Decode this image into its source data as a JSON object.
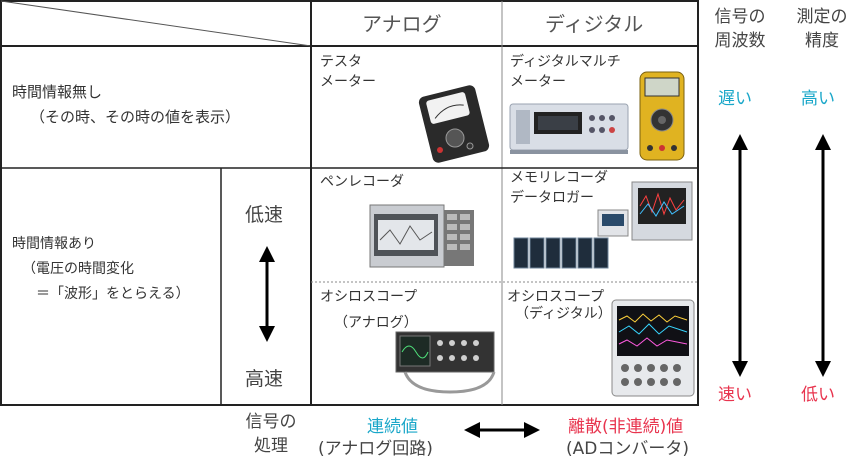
{
  "header": {
    "analog": "アナログ",
    "digital": "ディジタル"
  },
  "right_columns": {
    "signal_freq": "信号の\n周波数",
    "accuracy": "測定の\n精度",
    "slow": "遅い",
    "fast": "速い",
    "high": "高い",
    "low": "低い"
  },
  "rows": {
    "no_time": {
      "title": "時間情報無し",
      "subtitle": "（その時、その時の値を表示）"
    },
    "with_time": {
      "title": "時間情報あり",
      "line2": "（電圧の時間変化",
      "line3": "＝「波形」をとらえる）",
      "low_speed": "低速",
      "high_speed": "高速"
    }
  },
  "cells": {
    "tester": "テスタ\nメーター",
    "dmm": "ディジタルマルチ\nメーター",
    "pen_recorder": "ペンレコーダ",
    "memory_recorder": "メモリレコーダ\nデータロガー",
    "analog_scope": "オシロスコープ",
    "analog_scope_sub": "（アナログ）",
    "digital_scope": "オシロスコープ",
    "digital_scope_sub": "（ディジタル）"
  },
  "footer": {
    "processing": "信号の\n処理",
    "continuous": "連続値",
    "continuous_sub": "(アナログ回路)",
    "discrete": "離散(非連続)値",
    "discrete_sub": "(ADコンバータ)"
  },
  "colors": {
    "cyan": "#1aa7c9",
    "red": "#e8344e"
  }
}
